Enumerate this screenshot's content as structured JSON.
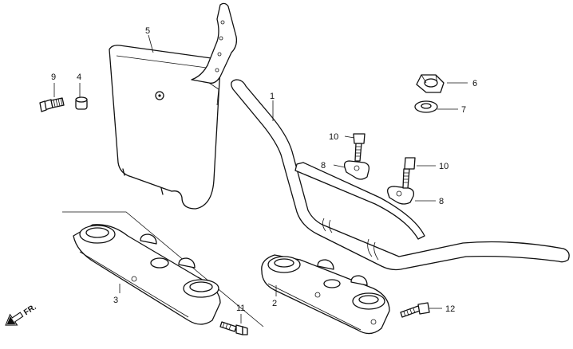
{
  "callouts": {
    "c1": "1",
    "c2": "2",
    "c3": "3",
    "c4": "4",
    "c5": "5",
    "c6": "6",
    "c7": "7",
    "c8a": "8",
    "c8b": "8",
    "c9": "9",
    "c10a": "10",
    "c10b": "10",
    "c11": "11",
    "c12": "12"
  },
  "direction": {
    "label": "FR."
  },
  "colors": {
    "ink": "#111111",
    "paper": "#ffffff"
  }
}
